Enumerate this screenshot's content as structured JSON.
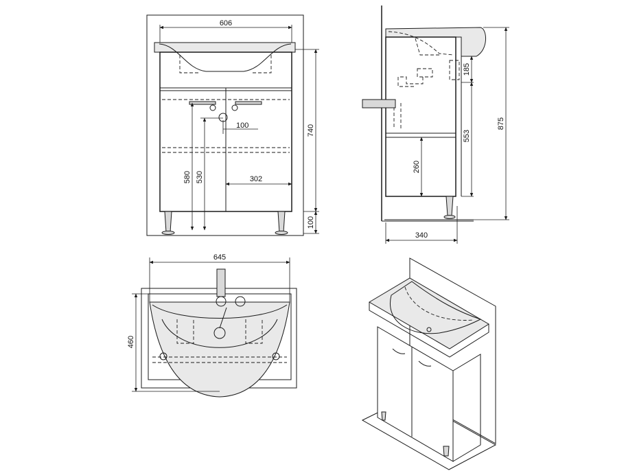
{
  "front_view": {
    "width_top": "606",
    "knob_spacing": "100",
    "height_580": "580",
    "height_530": "530",
    "door_offset": "302",
    "height_740": "740",
    "leg_height": "100"
  },
  "side_view": {
    "h_185": "185",
    "h_553": "553",
    "h_260": "260",
    "h_875": "875",
    "depth": "340"
  },
  "top_view": {
    "width": "645",
    "depth": "460"
  },
  "colors": {
    "line": "#1a1a1a",
    "fill_light": "#e9e9e9",
    "background": "#ffffff"
  }
}
